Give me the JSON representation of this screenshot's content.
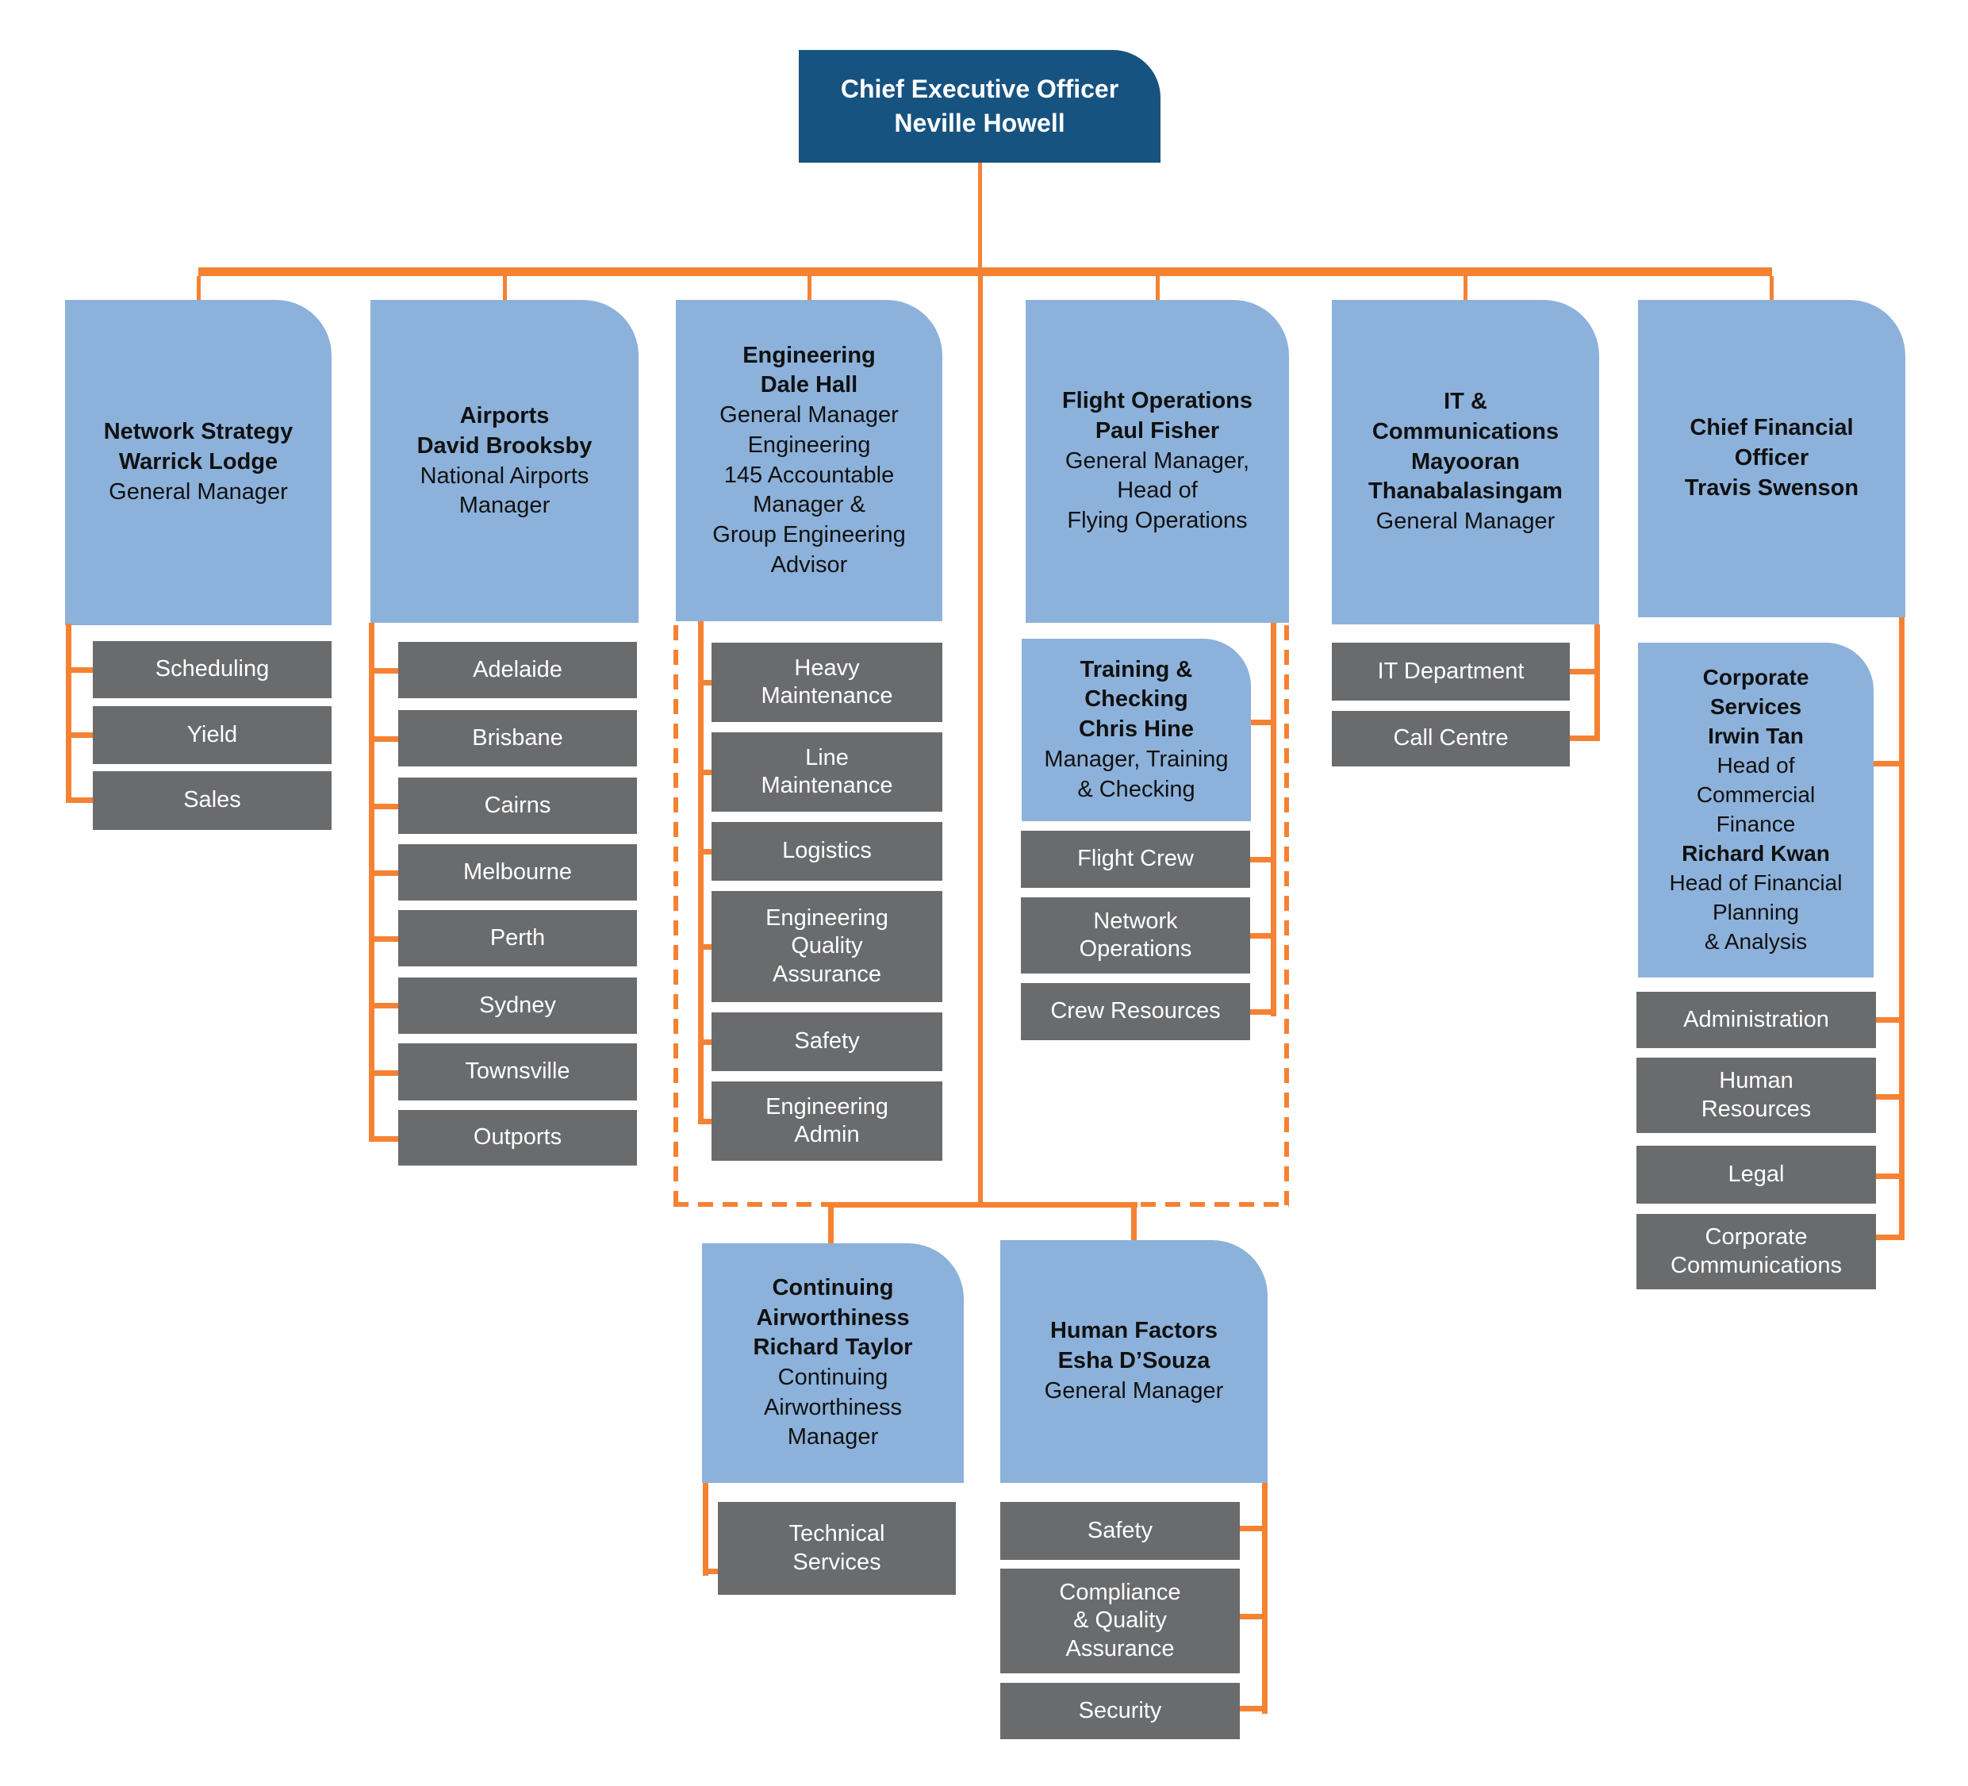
{
  "colors": {
    "accent": "#F58233",
    "ceo-bg": "#175380",
    "branch-bg": "#8CB2DB",
    "item-bg": "#6A6B6D",
    "text-dark": "#111111",
    "text-light": "#FFFFFF"
  },
  "ceo": {
    "title": "Chief Executive Officer",
    "name": "Neville Howell"
  },
  "network": {
    "bold": "Network Strategy\nWarrick Lodge",
    "role": "General Manager",
    "items": [
      "Scheduling",
      "Yield",
      "Sales"
    ]
  },
  "airports": {
    "bold": "Airports\nDavid Brooksby",
    "role": "National Airports\nManager",
    "items": [
      "Adelaide",
      "Brisbane",
      "Cairns",
      "Melbourne",
      "Perth",
      "Sydney",
      "Townsville",
      "Outports"
    ]
  },
  "engineering": {
    "bold": "Engineering\nDale Hall",
    "role": "General Manager\nEngineering\n145 Accountable\nManager &\nGroup Engineering\nAdvisor",
    "items": [
      "Heavy\nMaintenance",
      "Line\nMaintenance",
      "Logistics",
      "Engineering\nQuality\nAssurance",
      "Safety",
      "Engineering\nAdmin"
    ]
  },
  "flight_operations": {
    "bold": "Flight Operations\nPaul Fisher",
    "role": "General Manager,\nHead of\nFlying Operations"
  },
  "training_checking": {
    "bold": "Training &\nChecking\nChris Hine",
    "role": "Manager, Training\n& Checking",
    "items": [
      "Flight Crew",
      "Network\nOperations",
      "Crew Resources"
    ]
  },
  "it_communications": {
    "bold": "IT &\nCommunications\nMayooran\nThanabalasingam",
    "role": "General Manager",
    "items": [
      "IT Department",
      "Call Centre"
    ]
  },
  "cfo": {
    "bold": "Chief Financial\nOfficer\nTravis Swenson"
  },
  "corporate_services": {
    "bold1": "Corporate\nServices\nIrwin Tan",
    "role1": "Head of\nCommercial\nFinance",
    "bold2": "Richard Kwan",
    "role2": "Head of Financial\nPlanning\n& Analysis",
    "items": [
      "Administration",
      "Human\nResources",
      "Legal",
      "Corporate\nCommunications"
    ]
  },
  "continuing_airworthiness": {
    "bold": "Continuing\nAirworthiness\nRichard Taylor",
    "role": "Continuing\nAirworthiness\nManager",
    "items": [
      "Technical\nServices"
    ]
  },
  "human_factors": {
    "bold": "Human Factors\nEsha D’Souza",
    "role": "General Manager",
    "items": [
      "Safety",
      "Compliance\n& Quality\nAssurance",
      "Security"
    ]
  }
}
